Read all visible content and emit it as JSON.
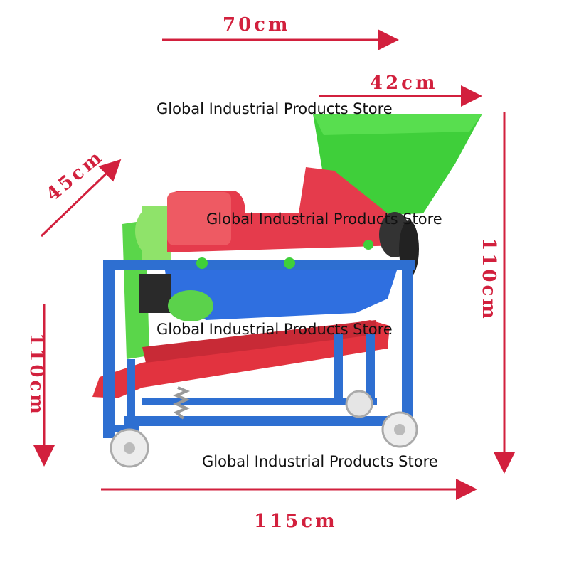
{
  "dimensions": {
    "top_width": "70cm",
    "hopper_width": "42cm",
    "depth": "45cm",
    "height_left": "110cm",
    "height_right": "110cm",
    "bottom_length": "115cm"
  },
  "watermarks": [
    "Global Industrial Products Store",
    "Global Industrial Products Store",
    "Global Industrial Products Store",
    "Global Industrial Products Store"
  ],
  "colors": {
    "arrow_red": "#d2203d",
    "frame_blue": "#2e6fd1",
    "body_red": "#e53b4c",
    "hopper_green": "#3fcf3a",
    "light_green": "#8fe36a"
  }
}
